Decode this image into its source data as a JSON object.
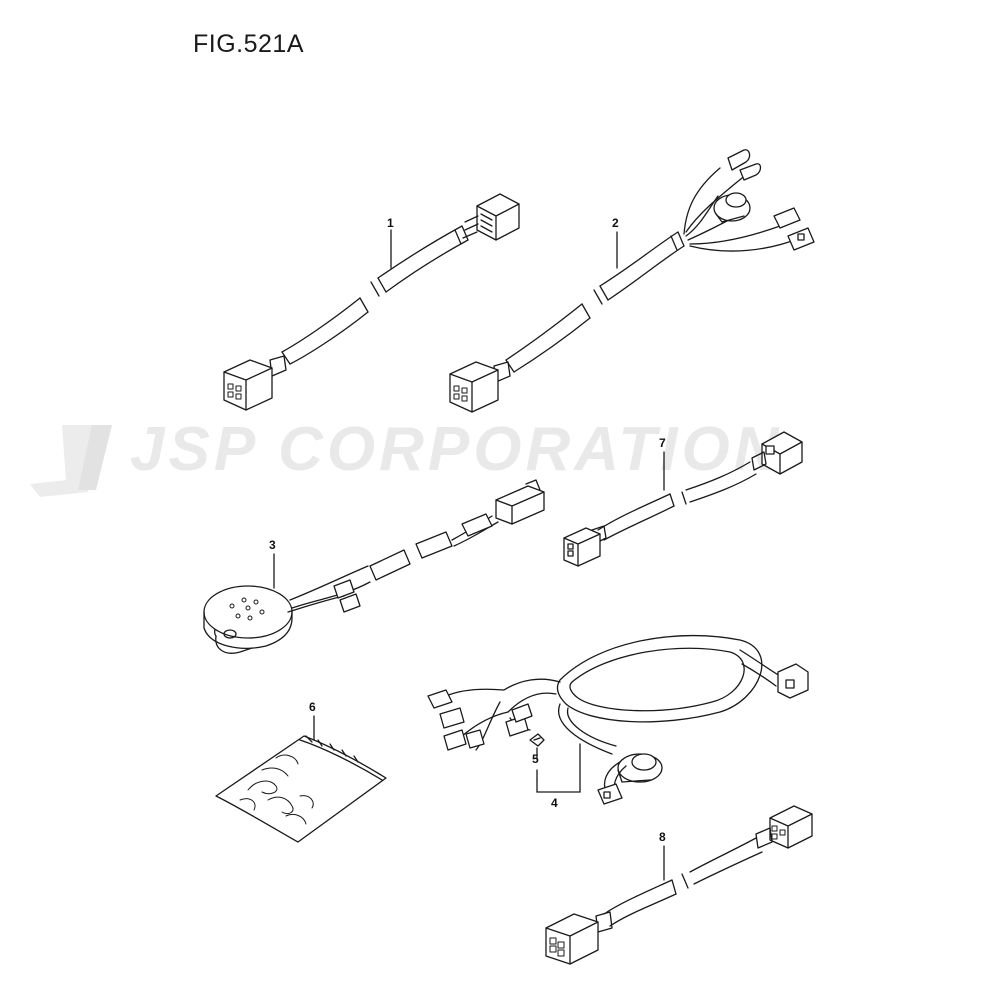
{
  "figure": {
    "title": "FIG.521A"
  },
  "watermark": {
    "text": "JSP CORPORATION"
  },
  "parts": [
    {
      "ref": "1"
    },
    {
      "ref": "2"
    },
    {
      "ref": "3"
    },
    {
      "ref": "4"
    },
    {
      "ref": "5"
    },
    {
      "ref": "6"
    },
    {
      "ref": "7"
    },
    {
      "ref": "8"
    }
  ],
  "colors": {
    "line": "#1a1a1a",
    "watermark": "#e9e9e9",
    "fill": "#ffffff"
  }
}
